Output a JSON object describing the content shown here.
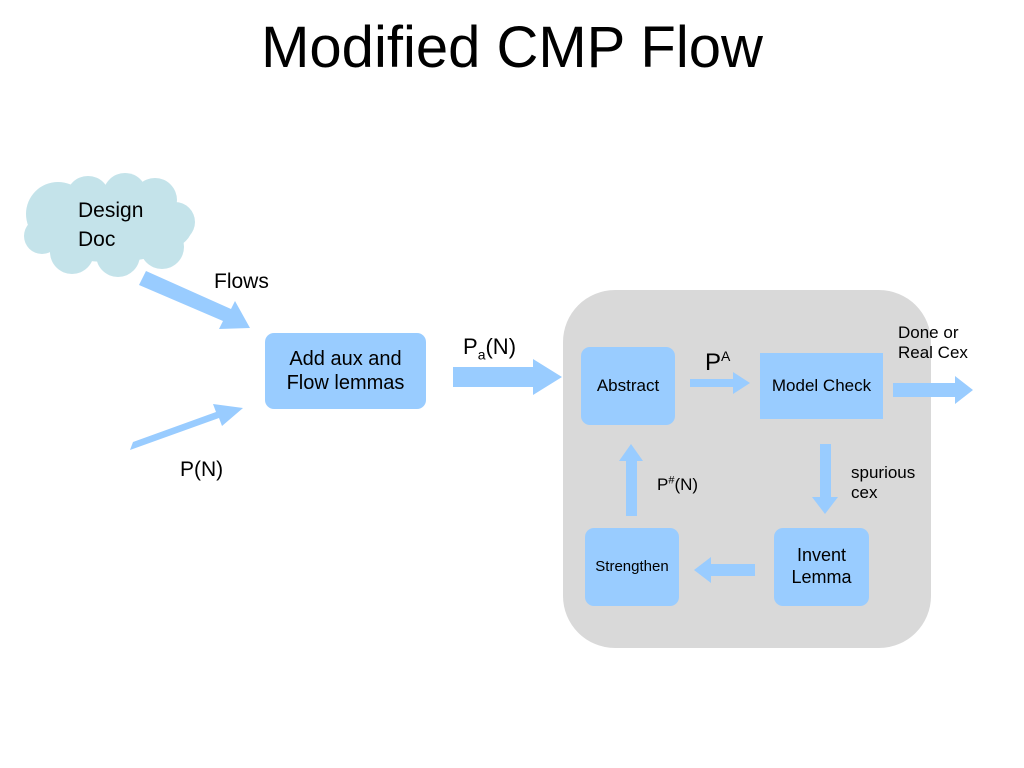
{
  "title": "Modified CMP Flow",
  "design_doc": {
    "line1": "Design",
    "line2": "Doc"
  },
  "labels": {
    "flows": "Flows",
    "pn": "P(N)",
    "pa_main": "P",
    "pa_sub": "a",
    "pa_tail": "(N)",
    "pA_main": "P",
    "pA_sup": "A",
    "phash_main": "P",
    "phash_sup": "#",
    "phash_tail": "(N)",
    "done_line1": "Done or",
    "done_line2": "Real Cex",
    "spurious_line1": "spurious",
    "spurious_line2": "cex"
  },
  "boxes": {
    "add_aux_line1": "Add aux and",
    "add_aux_line2": "Flow lemmas",
    "abstract": "Abstract",
    "model_check": "Model Check",
    "strengthen": "Strengthen",
    "invent_line1": "Invent",
    "invent_line2": "Lemma"
  },
  "colors": {
    "box_fill": "#99ccff",
    "arrow_fill": "#99ccff",
    "cloud_fill": "#c4e3ea",
    "panel_fill": "#d9d9d9"
  }
}
